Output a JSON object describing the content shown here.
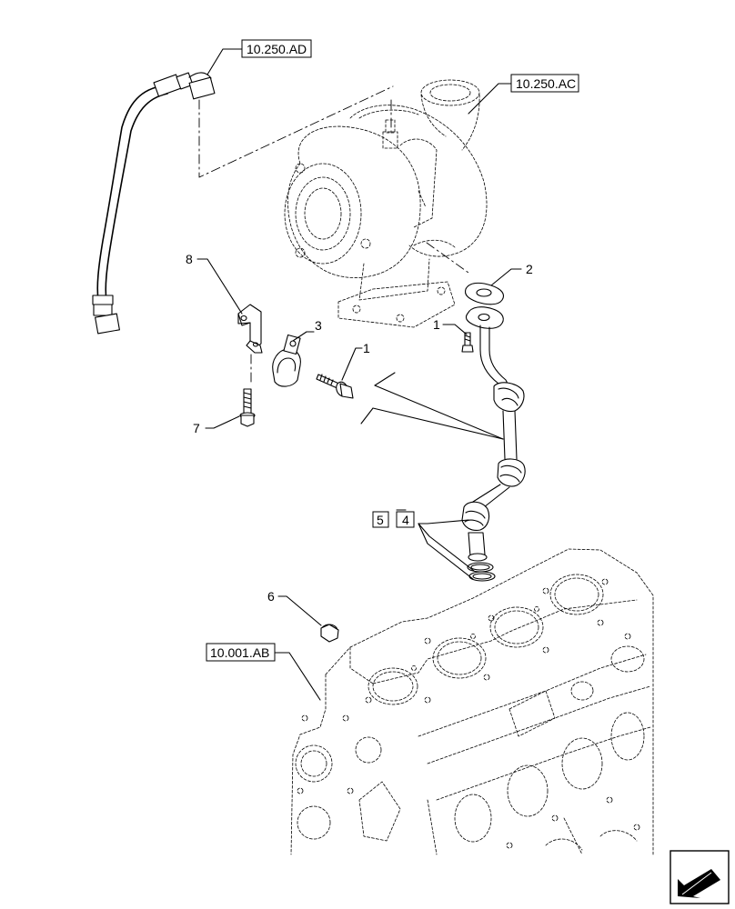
{
  "references": {
    "turbo_oil_line": "10.250.AD",
    "turbocharger": "10.250.AC",
    "engine_block": "10.001.AB"
  },
  "items": {
    "bolt_upper": "1",
    "bolt_lower": "1",
    "gasket": "2",
    "clamp": "3",
    "drain_pipe": "4",
    "drain_pipe_box": "5",
    "plug": "6",
    "screw": "7",
    "bracket": "8"
  },
  "icons": {
    "navigation": "arrow-icon"
  }
}
